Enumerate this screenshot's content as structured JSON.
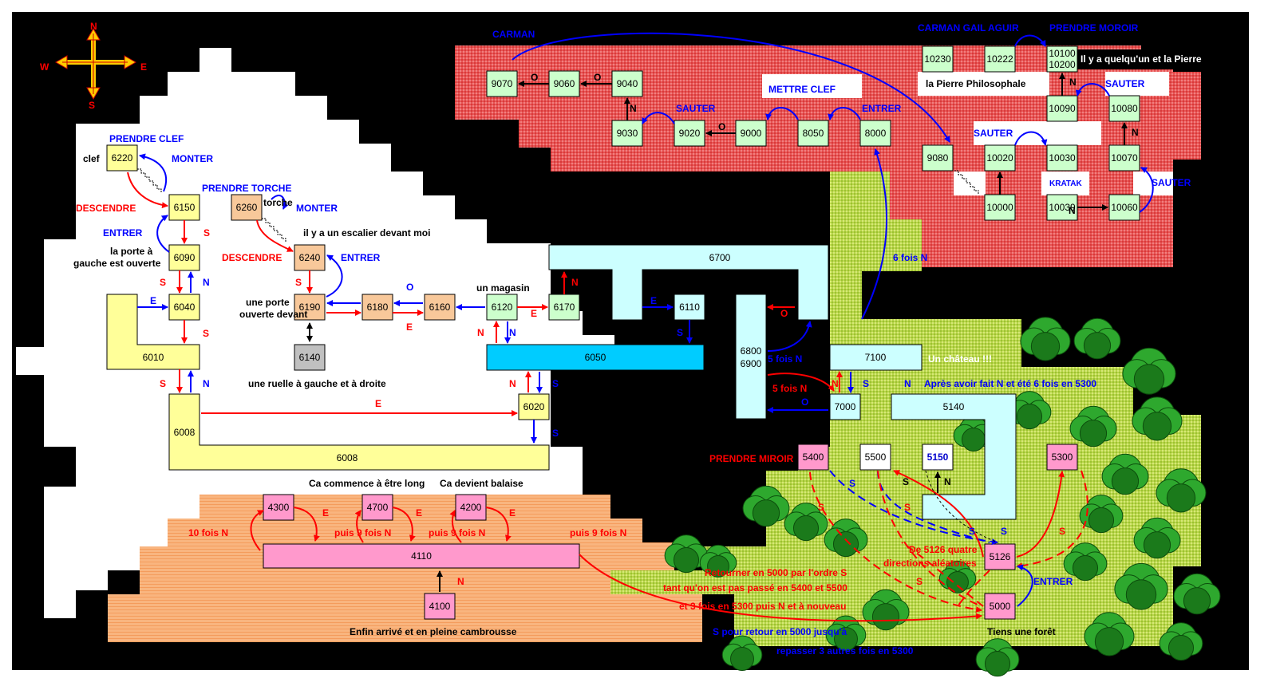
{
  "compass": {
    "n": "N",
    "s": "S",
    "e": "E",
    "w": "W"
  },
  "colors": {
    "background": "#000000",
    "region_white": "#ffffff",
    "region_red": "#e05050",
    "region_salmon": "#f7b27a",
    "region_grass": "#b5d340",
    "room_yellow": "#ffff99",
    "room_orange": "#f8c89a",
    "room_cyan": "#ccffff",
    "room_blue": "#00ccff",
    "room_green": "#ccffcc",
    "room_pink": "#ff99cc",
    "room_gray": "#c0c0c0",
    "arrow_red": "#ff0000",
    "arrow_blue": "#0000ff"
  },
  "rooms": {
    "r9070": "9070",
    "r9060": "9060",
    "r9040": "9040",
    "r9030": "9030",
    "r9020": "9020",
    "r9000": "9000",
    "r8050": "8050",
    "r8000": "8000",
    "r9080": "9080",
    "r10230": "10230",
    "r10222": "10222",
    "r10100": "10100",
    "r10200": "10200",
    "r10090": "10090",
    "r10080": "10080",
    "r10020": "10020",
    "r10030": "10030",
    "r10070": "10070",
    "r10000": "10000",
    "r10039": "10039",
    "r10060": "10060",
    "r6220": "6220",
    "r6150": "6150",
    "r6090": "6090",
    "r6040": "6040",
    "r6010": "6010",
    "r6008": "6008",
    "r6008b": "6008",
    "r6260": "6260",
    "r6240": "6240",
    "r6190": "6190",
    "r6180": "6180",
    "r6160": "6160",
    "r6120": "6120",
    "r6170": "6170",
    "r6140": "6140",
    "r6050": "6050",
    "r6020": "6020",
    "r6700": "6700",
    "r6110": "6110",
    "r6800": "6800",
    "r6900": "6900",
    "r7100": "7100",
    "r7000": "7000",
    "r5140": "5140",
    "r5400": "5400",
    "r5500": "5500",
    "r5150": "5150",
    "r5300": "5300",
    "r5126": "5126",
    "r5000": "5000",
    "r4300": "4300",
    "r4700": "4700",
    "r4200": "4200",
    "r4110": "4110",
    "r4100": "4100"
  },
  "labels": {
    "carman": "CARMAN",
    "carman_gail": "CARMAN GAIL AGUIR",
    "prendre_moroir": "PRENDRE MOROIR",
    "quelquun": "Il y a quelqu'un et la Pierre",
    "pierre": "la Pierre Philosophale",
    "mettre_clef": "METTRE CLEF",
    "sauter_1": "SAUTER",
    "sauter_2": "SAUTER",
    "sauter_3": "SAUTER",
    "sauter_4": "SAUTER",
    "entrer_8000": "ENTRER",
    "kratak": "KRATAK",
    "prendre_clef": "PRENDRE CLEF",
    "clef": "clef",
    "monter_1": "MONTER",
    "descendre_1": "DESCENDRE",
    "entrer_6150": "ENTRER",
    "porte_gauche_1": "la porte à",
    "porte_gauche_2": "gauche est ouverte",
    "prendre_torche": "PRENDRE TORCHE",
    "torche": "torche",
    "monter_2": "MONTER",
    "escalier": "il y a un escalier devant moi",
    "descendre_2": "DESCENDRE",
    "entrer_6240": "ENTRER",
    "porte_devant_1": "une porte",
    "porte_devant_2": "ouverte devant",
    "magasin": "un magasin",
    "ruelle": "une ruelle à gauche et à droite",
    "six_fois_n": "6 fois N",
    "cinq_fois_n_1": "5 fois N",
    "cinq_fois_n_2": "5 fois N",
    "chateau": "Un château !!!",
    "apres": "Après avoir fait N et été 6 fois en 5300",
    "prendre_miroir": "PRENDRE MIROIR",
    "de5126_1": "De 5126 quatre",
    "de5126_2": "directions aléatoires",
    "entrer_5000": "ENTRER",
    "retour_1": "Retourner en 5000 par l'ordre S",
    "retour_2": "tant qu'on est pas passé en 5400 et 5500",
    "retour_3": "et 3 fois en 5300 puis N et à nouveau",
    "retour_4": "S pour retour en 5000 jusqu'à",
    "retour_5": "repasser 3 autres fois en 5300",
    "foret": "Tiens une forêt",
    "long": "Ca commence à être long",
    "balaise": "Ca devient balaise",
    "dix_fois_n": "10 fois N",
    "puis_9_a": "puis 9 fois N",
    "puis_9_b": "puis 9 fois N",
    "puis_9_c": "puis 9 fois N",
    "cambrousse": "Enfin arrivé et en pleine cambrousse"
  },
  "dir": {
    "N": "N",
    "S": "S",
    "E": "E",
    "O": "O"
  }
}
